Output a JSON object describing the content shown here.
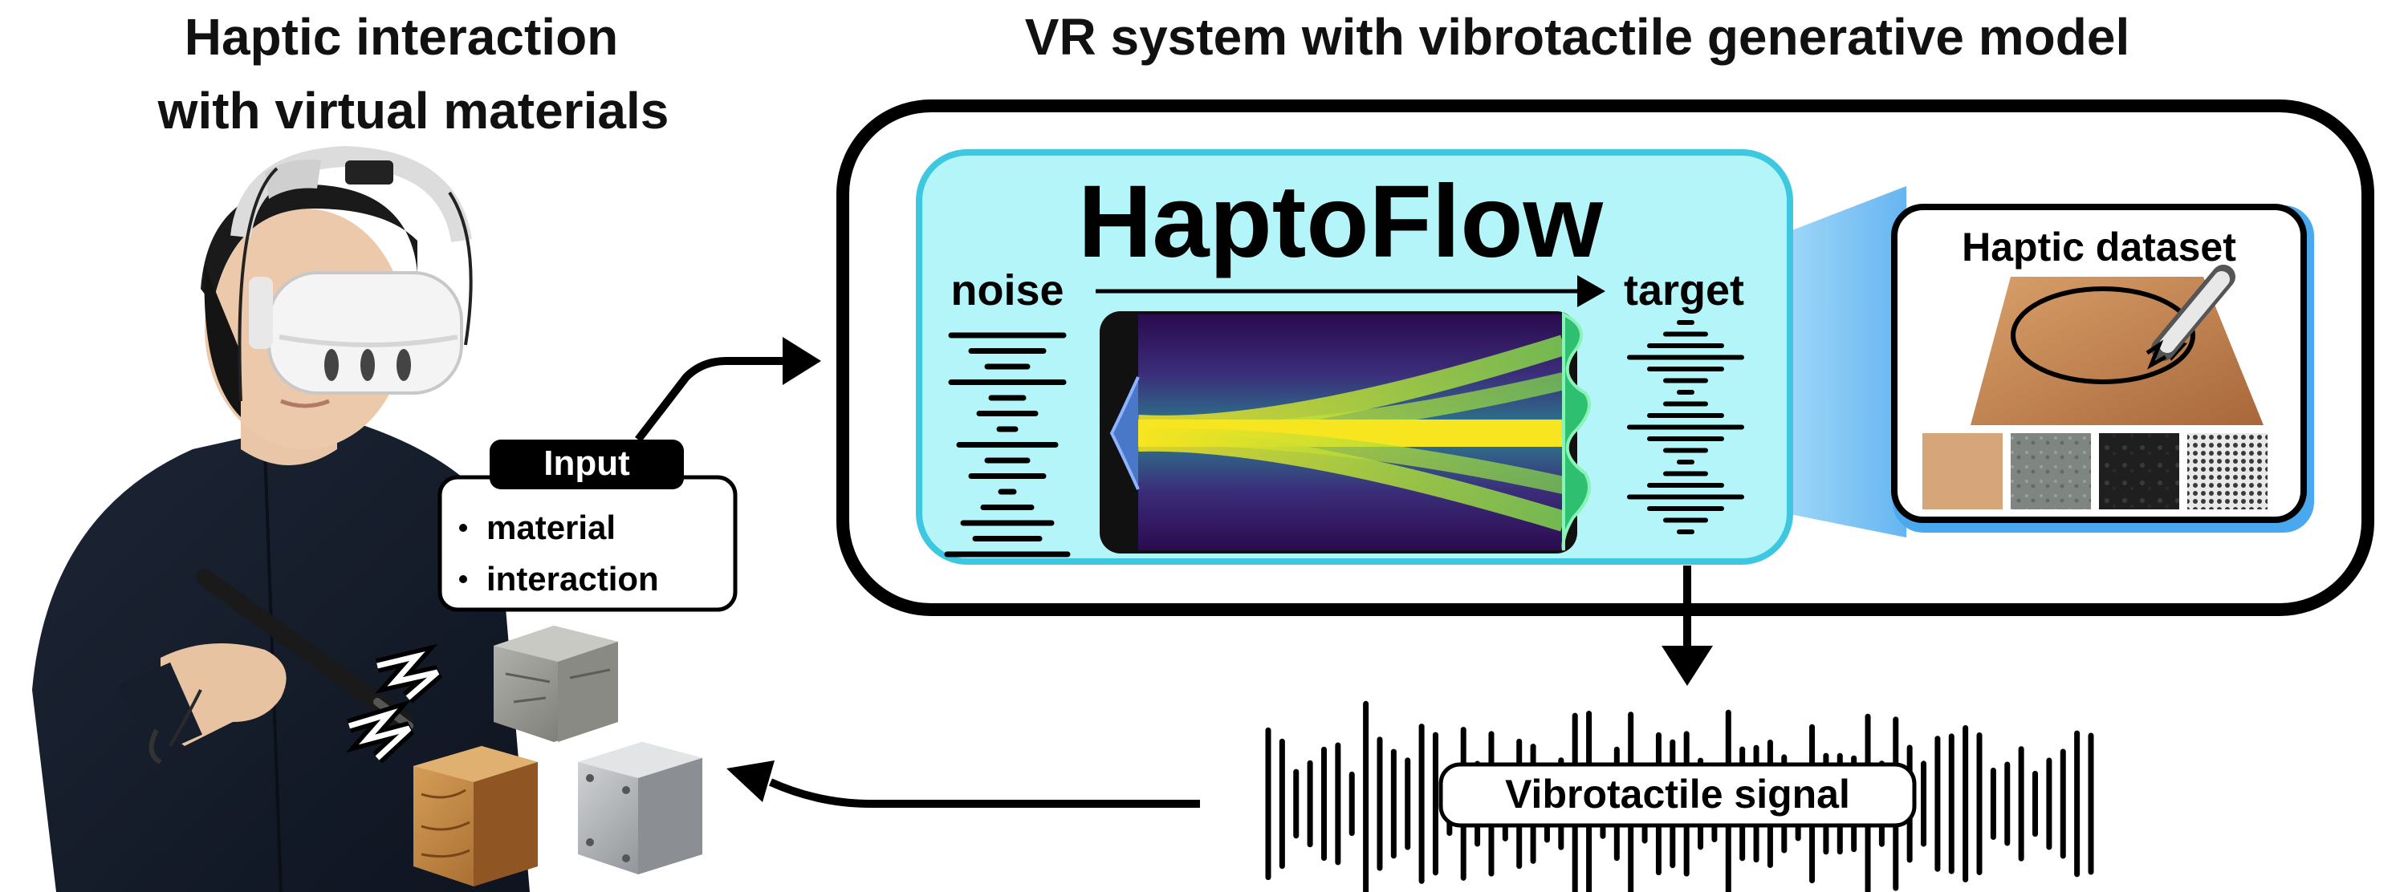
{
  "left_panel": {
    "title_line1": "Haptic interaction",
    "title_line2": "with virtual materials"
  },
  "input_box": {
    "label": "Input",
    "items": [
      "material",
      "interaction"
    ]
  },
  "right_panel": {
    "title": "VR system with vibrotactile generative model"
  },
  "model": {
    "name": "HaptoFlow",
    "source_label": "noise",
    "target_label": "target"
  },
  "dataset": {
    "title": "Haptic dataset"
  },
  "output": {
    "label": "Vibrotactile signal"
  },
  "colors": {
    "model_fill": "#b3f5f8",
    "model_stroke": "#3ec7e0",
    "dataset_beam": "#4aa8ef",
    "flow_dark": "#2a0a4a",
    "flow_bright": "#f7e51f",
    "flow_mid": "#21908d",
    "target_green": "#2fbf71",
    "noise_blue": "#4a78c8"
  },
  "icons": [
    "vr-headset-icon",
    "stylus-icon",
    "vibration-zigzag-icon",
    "material-cube-icon",
    "stylus-on-wood-icon"
  ]
}
